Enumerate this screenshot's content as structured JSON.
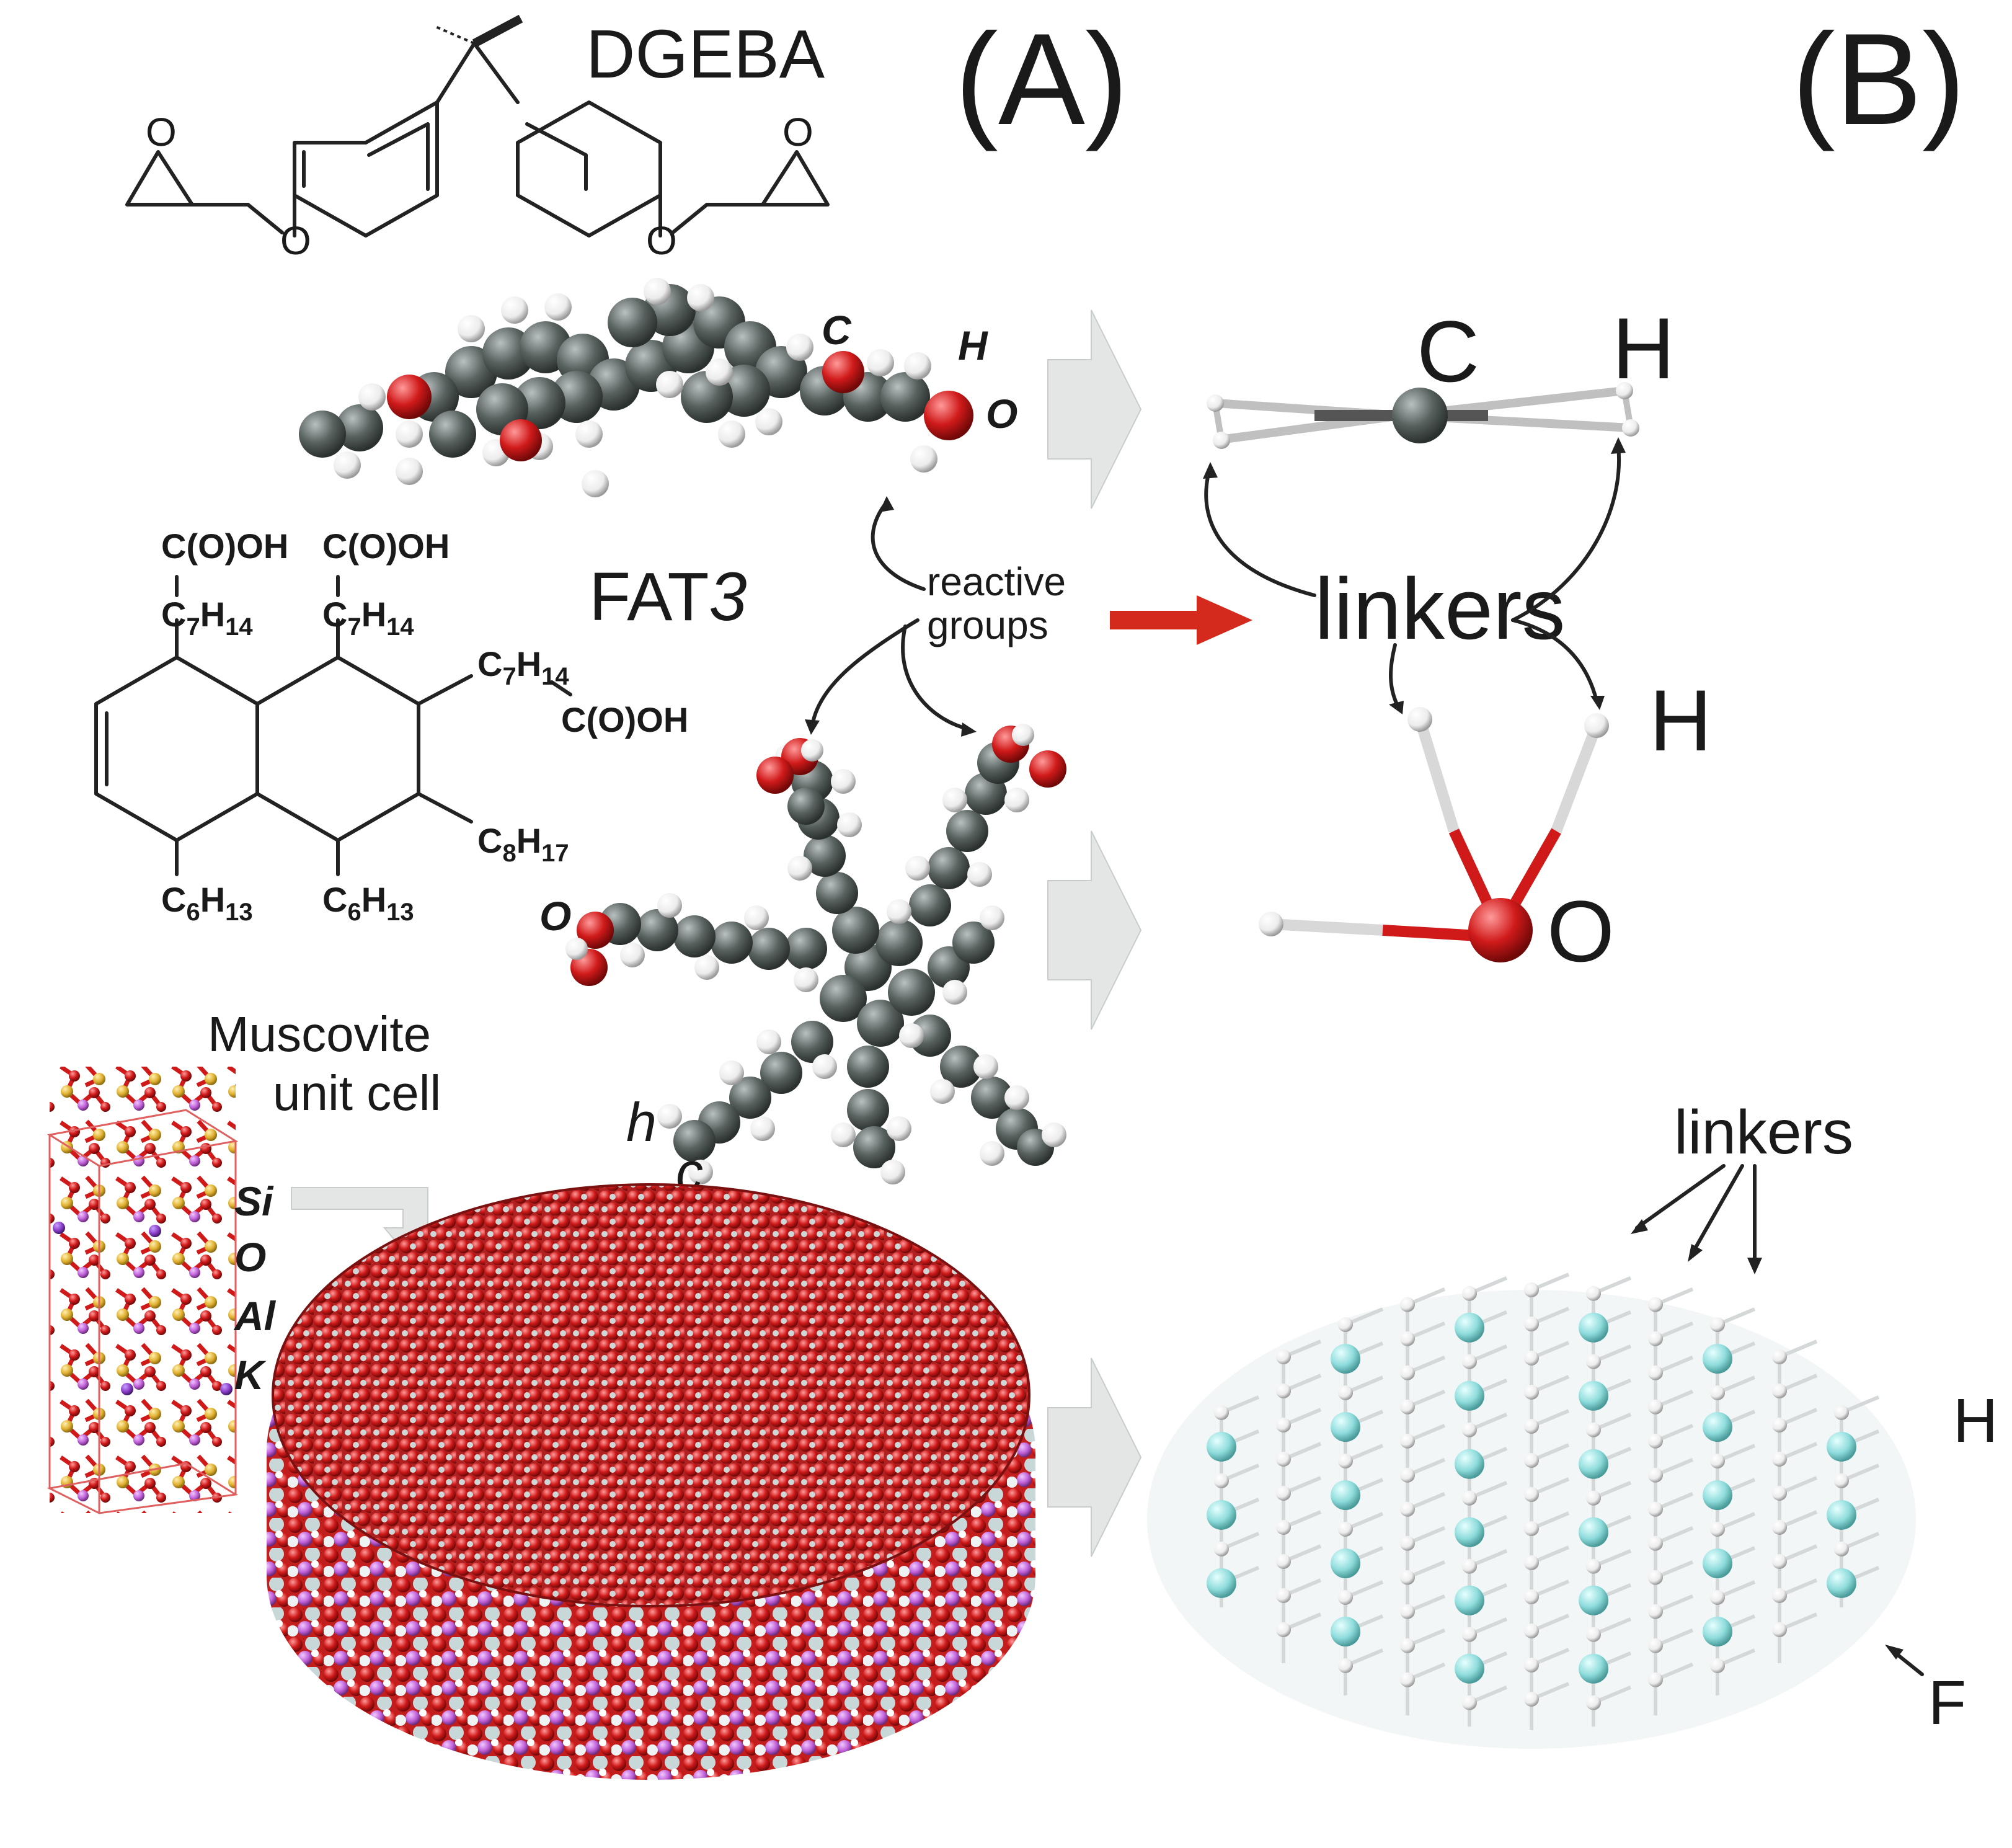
{
  "panel_a_label": "(A)",
  "panel_b_label": "(B)",
  "dgeba": {
    "name": "DGEBA",
    "atom_c": "C",
    "atom_h": "H",
    "atom_o": "O"
  },
  "fat3": {
    "name_main": "FAT",
    "name_num": "3",
    "groups": [
      {
        "main": "C(O)OH"
      },
      {
        "main": "C(O)OH"
      },
      {
        "main": "C(O)OH"
      }
    ],
    "chains": [
      {
        "elem": "C",
        "sub": "7",
        "elem2": "H",
        "sub2": "14"
      },
      {
        "elem": "C",
        "sub": "7",
        "elem2": "H",
        "sub2": "14"
      },
      {
        "elem": "C",
        "sub": "7",
        "elem2": "H",
        "sub2": "14"
      },
      {
        "elem": "C",
        "sub": "8",
        "elem2": "H",
        "sub2": "17"
      },
      {
        "elem": "C",
        "sub": "6",
        "elem2": "H",
        "sub2": "13"
      },
      {
        "elem": "C",
        "sub": "6",
        "elem2": "H",
        "sub2": "13"
      }
    ],
    "atom_o": "O",
    "atom_h": "h",
    "atom_c": "c"
  },
  "reactive_groups": {
    "line1": "reactive",
    "line2": "groups"
  },
  "linkers_label": "linkers",
  "cg_upper": {
    "atom_c": "C",
    "atom_h": "H"
  },
  "cg_lower": {
    "atom_h": "H",
    "atom_o": "O"
  },
  "muscovite": {
    "title_line1": "Muscovite",
    "title_line2": "unit cell",
    "elements": [
      "Si",
      "O",
      "Al",
      "K"
    ]
  },
  "lattice": {
    "linkers_label": "linkers",
    "atom_h": "H",
    "atom_f": "F"
  },
  "colors": {
    "carbon": "#55605f",
    "oxygen": "#d01a1a",
    "hydrogen": "#f4f4f4",
    "silicon": "#e0b030",
    "aluminium": "#c060d8",
    "potassium": "#8a3cc8",
    "fluorine": "#8fdcdc",
    "arrow_red": "#d42a1e",
    "arrow_gray": "#e4e6e6"
  }
}
